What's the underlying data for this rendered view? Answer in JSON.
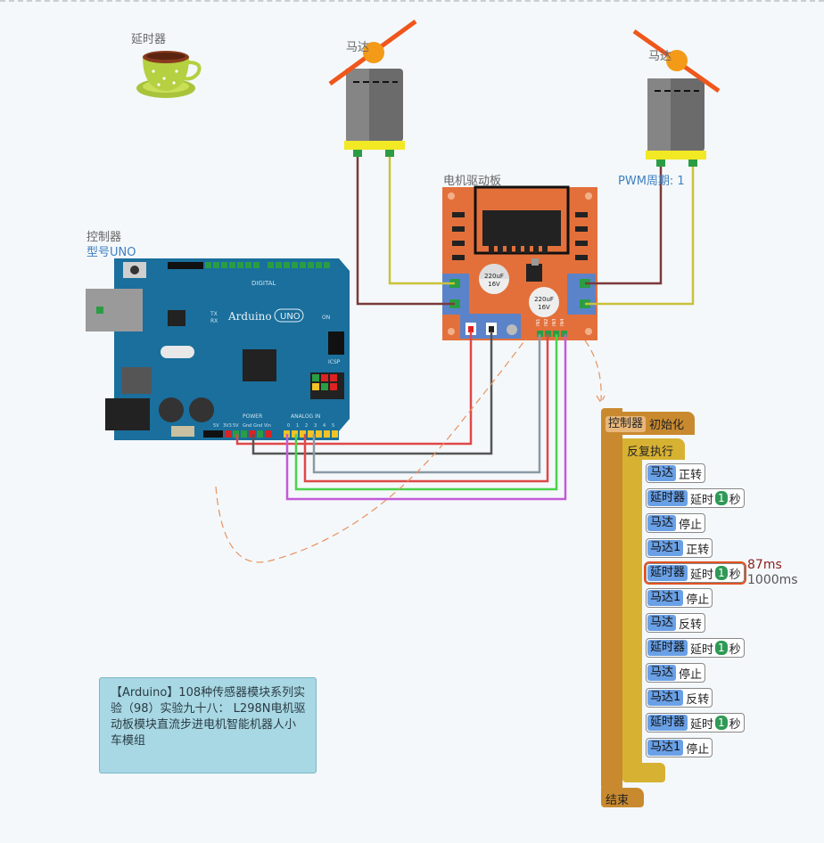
{
  "labels": {
    "timer": "延时器",
    "motor_left": "马达",
    "motor_right": "马达",
    "driver": "电机驱动板",
    "pwm": "PWM周期: 1",
    "controller": "控制器",
    "model": "型号UNO"
  },
  "board": {
    "name": "Arduino",
    "model": "UNO",
    "digital": "DIGITAL",
    "analog": "ANALOG IN",
    "power": "POWER",
    "icsp": "ICSP",
    "tx": "TX",
    "rx": "RX",
    "on": "ON",
    "pins_power": [
      "5V",
      "3V3",
      "5V",
      "Gnd",
      "Gnd",
      "Vin"
    ],
    "pins_analog": [
      "0",
      "1",
      "2",
      "3",
      "4",
      "5"
    ]
  },
  "driver": {
    "cap1": "220uF",
    "cap1_v": "16V",
    "cap2": "220uF",
    "cap2_v": "16V",
    "pins": [
      "IN1",
      "IN2",
      "IN3",
      "IN4"
    ]
  },
  "note": {
    "text": "【Arduino】108种传感器模块系列实验（98）实验九十八： L298N电机驱动板模块直流步进电机智能机器人小车模组"
  },
  "program": {
    "header_tag": "控制器",
    "header_text": "初始化",
    "loop": "反复执行",
    "end": "结束",
    "statements": [
      {
        "tag": "马达",
        "action": "正转"
      },
      {
        "tag": "延时器",
        "action": "延时",
        "num": "1",
        "unit": "秒"
      },
      {
        "tag": "马达",
        "action": "停止"
      },
      {
        "tag": "马达1",
        "action": "正转"
      },
      {
        "tag": "延时器",
        "action": "延时",
        "num": "1",
        "unit": "秒"
      },
      {
        "tag": "马达1",
        "action": "停止"
      },
      {
        "tag": "马达",
        "action": "反转"
      },
      {
        "tag": "延时器",
        "action": "延时",
        "num": "1",
        "unit": "秒"
      },
      {
        "tag": "马达",
        "action": "停止"
      },
      {
        "tag": "马达1",
        "action": "反转"
      },
      {
        "tag": "延时器",
        "action": "延时",
        "num": "1",
        "unit": "秒"
      },
      {
        "tag": "马达1",
        "action": "停止"
      }
    ],
    "timing_current": "87ms",
    "timing_total": "1000ms"
  },
  "colors": {
    "board_blue": "#1a6f9c",
    "driver_orange": "#e3703b",
    "block_brown": "#c98a2f",
    "block_gold": "#d7b232",
    "highlight": "#e45121"
  }
}
